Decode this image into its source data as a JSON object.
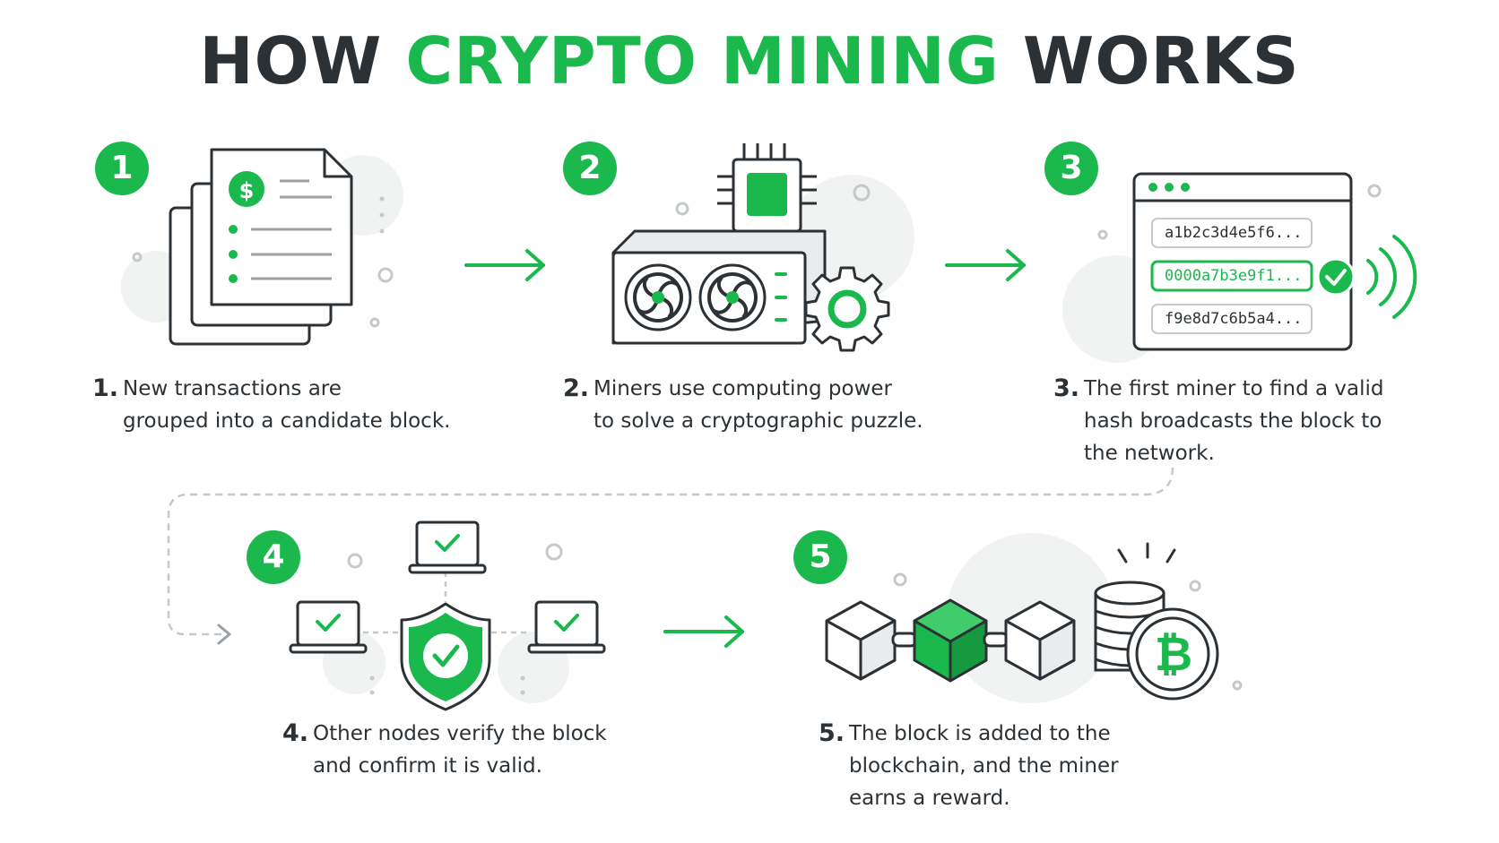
{
  "title": {
    "part1": "HOW ",
    "accent": "CRYPTO MINING",
    "part2": " WORKS"
  },
  "colors": {
    "accent": "#1bb84d",
    "ink": "#2b3135",
    "muted": "#9aa0a4",
    "fill_light": "#f2f3f3"
  },
  "steps": [
    {
      "badge": "1",
      "number": "1.",
      "text": [
        "New transactions are",
        "grouped into a candidate block."
      ],
      "icon": "transaction-documents-icon"
    },
    {
      "badge": "2",
      "number": "2.",
      "text": [
        "Miners use computing power",
        "to solve a cryptographic puzzle."
      ],
      "icon": "mining-rig-icon"
    },
    {
      "badge": "3",
      "number": "3.",
      "text": [
        "The first miner to find a valid",
        "hash broadcasts the block to",
        "the network."
      ],
      "icon": "hash-window-icon"
    },
    {
      "badge": "4",
      "number": "4.",
      "text": [
        "Other nodes verify the block",
        "and confirm it is valid."
      ],
      "icon": "verification-shield-icon"
    },
    {
      "badge": "5",
      "number": "5.",
      "text": [
        "The block is added to the",
        "blockchain, and the miner",
        "earns a reward."
      ],
      "icon": "blockchain-reward-icon"
    }
  ],
  "hashes": [
    "a1b2c3d4e5f6...",
    "0000a7b3e9f1...",
    "f9e8d7c6b5a4..."
  ]
}
